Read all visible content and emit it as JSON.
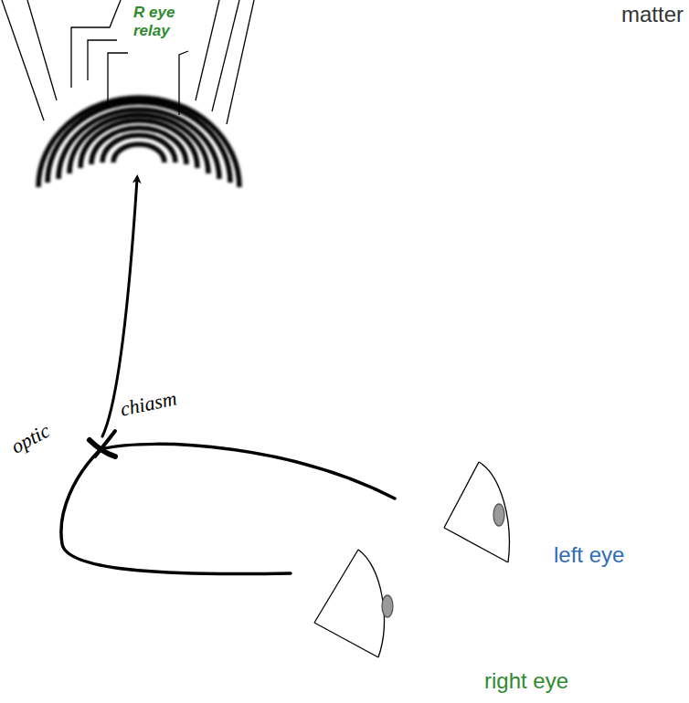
{
  "diagram": {
    "labels": [
      "R eye relay",
      "matter",
      "optic",
      "chiasm",
      "left eye",
      "right eye"
    ]
  }
}
